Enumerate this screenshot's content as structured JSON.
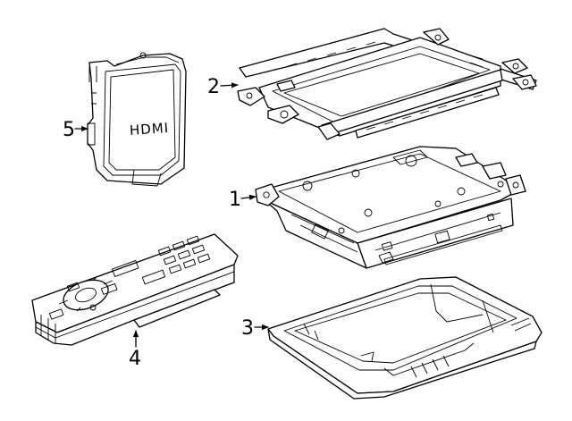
{
  "callouts": {
    "c1": "1",
    "c2": "2",
    "c3": "3",
    "c4": "4",
    "c5": "5"
  },
  "hdmi_text": "HDMI"
}
